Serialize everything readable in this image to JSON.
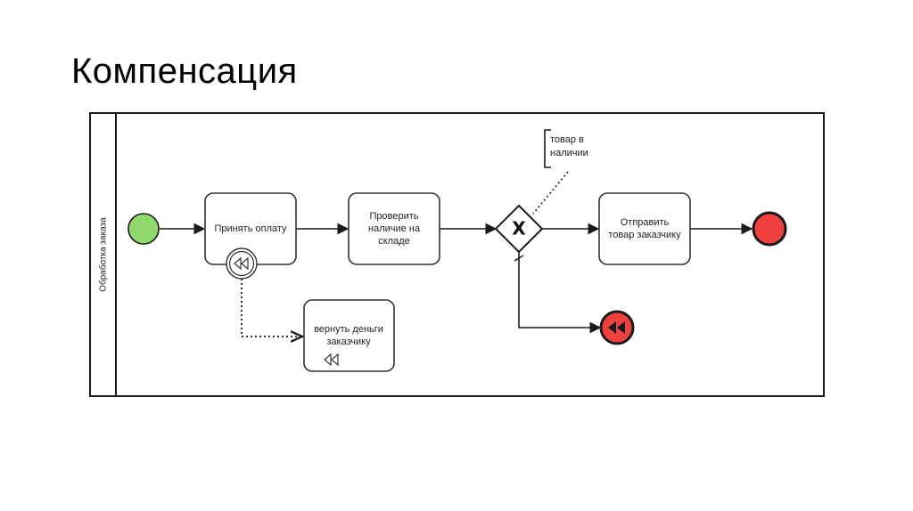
{
  "slide": {
    "title": "Компенсация"
  },
  "pool": {
    "label": "Обработка заказа"
  },
  "tasks": {
    "accept_payment": [
      "Принять оплату"
    ],
    "check_stock": [
      "Проверить",
      "наличие на",
      "складе"
    ],
    "send_goods": [
      "Отправить",
      "товар заказчику"
    ],
    "refund": [
      "вернуть деньги",
      "заказчику"
    ]
  },
  "annotation": [
    "товар в",
    "наличии"
  ],
  "gateway": {
    "symbol": "X"
  },
  "colors": {
    "start_event": "#8fd86b",
    "end_event": "#ef4040",
    "stroke": "#1a1a1a",
    "task_border": "#333333"
  },
  "icons": [
    "compensation-icon",
    "exclusive-gateway-icon",
    "compensation-end-icon"
  ]
}
